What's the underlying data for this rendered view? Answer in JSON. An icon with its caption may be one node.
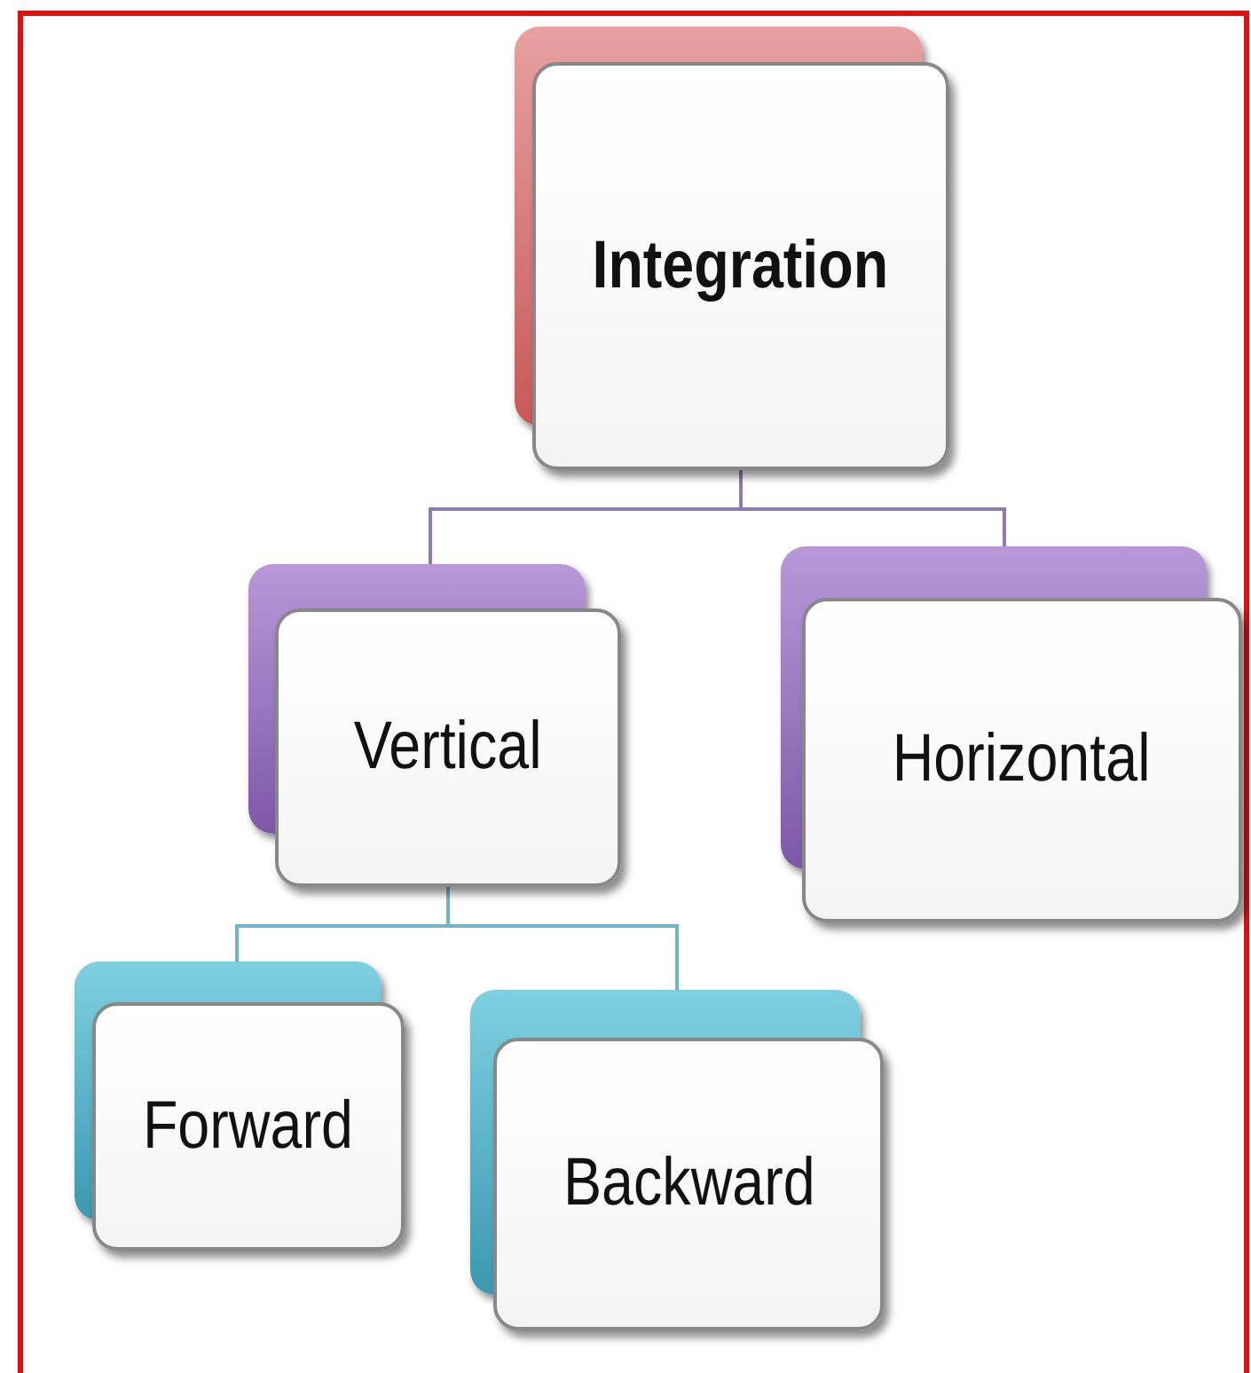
{
  "diagram": {
    "nodes": [
      {
        "text": [
          "Integration"
        ]
      },
      {
        "text": [
          "Vertical"
        ]
      },
      {
        "text": [
          "Horizontal"
        ]
      },
      {
        "text": [
          "Forward"
        ]
      },
      {
        "text": [
          "Backward"
        ]
      }
    ],
    "edges": [
      {
        "from": 0,
        "to": 1,
        "arrow": "none",
        "color": "#8e7bb0"
      },
      {
        "from": 0,
        "to": 2,
        "arrow": "none",
        "color": "#8e7bb0"
      },
      {
        "from": 1,
        "to": 3,
        "arrow": "none",
        "color": "#6fb5c4"
      },
      {
        "from": 1,
        "to": 4,
        "arrow": "none",
        "color": "#6fb5c4"
      }
    ]
  }
}
